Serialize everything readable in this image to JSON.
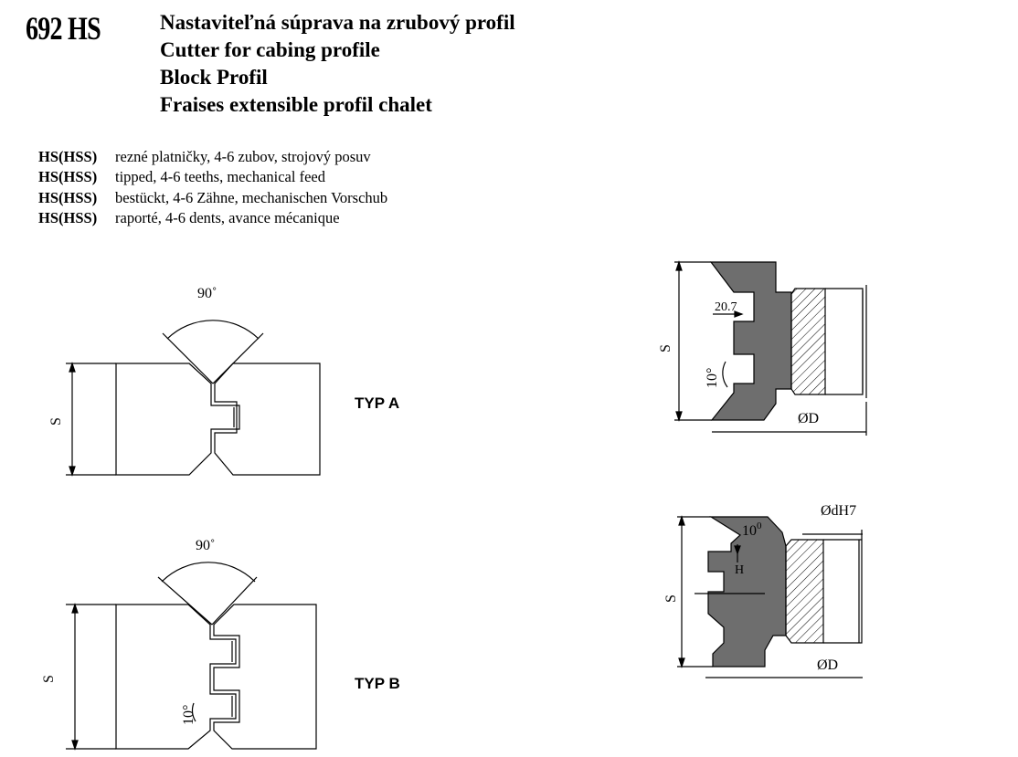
{
  "header": {
    "code": "692 HS",
    "titles": [
      "Nastaviteľná súprava na zrubový profil",
      "Cutter for cabing profile",
      "Block Profil",
      "Fraises extensible profil chalet"
    ]
  },
  "specs": [
    {
      "material": "HS(HSS)",
      "text": "rezné platničky, 4-6 zubov, strojový posuv"
    },
    {
      "material": "HS(HSS)",
      "text": "tipped, 4-6 teeths, mechanical feed"
    },
    {
      "material": "HS(HSS)",
      "text": "bestückt, 4-6 Zähne, mechanischen Vorschub"
    },
    {
      "material": "HS(HSS)",
      "text": "raporté, 4-6 dents, avance mécanique"
    }
  ],
  "type_a": {
    "label": "TYP A",
    "angle": "90˚",
    "dim_s": "S"
  },
  "type_b": {
    "label": "TYP B",
    "angle": "90˚",
    "tooth_angle": "10°",
    "dim_s": "S"
  },
  "cutter_a": {
    "dim_s": "S",
    "depth": "20.7",
    "angle": "10°",
    "dim_d": "ØD"
  },
  "cutter_b": {
    "dim_s": "S",
    "angle": "10",
    "angle_sup": "0",
    "h": "H",
    "dim_d": "ØD",
    "bore": "ØdH7"
  },
  "colors": {
    "cutter_fill": "#6e6e6e",
    "line": "#000000"
  }
}
